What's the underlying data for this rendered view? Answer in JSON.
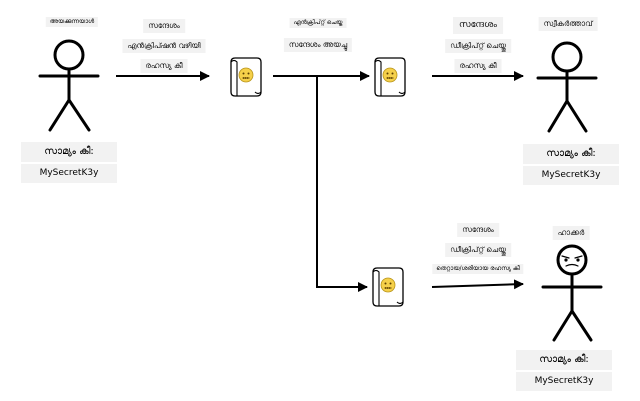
{
  "sender": {
    "name": "അയക്കുന്നയാൾ",
    "key_label": "സാമ്യം കീ:",
    "key_value": "MySecretK3y"
  },
  "step_encrypt": {
    "line1": "സന്ദേശം",
    "line2": "എൻക്രിപ്ഷൻ വഴിയി",
    "line3": "രഹസ്യ കീ"
  },
  "encrypted_message": {
    "line1": "എൻക്രിപ്റ്റ് ചെയ്ത",
    "line2": "സന്ദേശം അയച്ചു"
  },
  "step_decrypt_receiver": {
    "line1": "സന്ദേശം",
    "line2": "ഡീക്രിപ്റ്റ് ചെയ്തു",
    "line3": "രഹസ്യ കീ"
  },
  "receiver": {
    "name": "സ്വീകർത്താവ്",
    "key_label": "സാമ്യം കീ:",
    "key_value": "MySecretK3y"
  },
  "step_decrypt_hacker": {
    "line1": "സന്ദേശം",
    "line2": "ഡീക്രിപ്റ്റ് ചെയ്തു",
    "line3": "തെറ്റായ/ശരിയായ രഹസ്യ കീ"
  },
  "hacker": {
    "name": "ഹാക്കർ",
    "key_label": "സാമ്യം കീ:",
    "key_value": "MySecretK3y"
  }
}
